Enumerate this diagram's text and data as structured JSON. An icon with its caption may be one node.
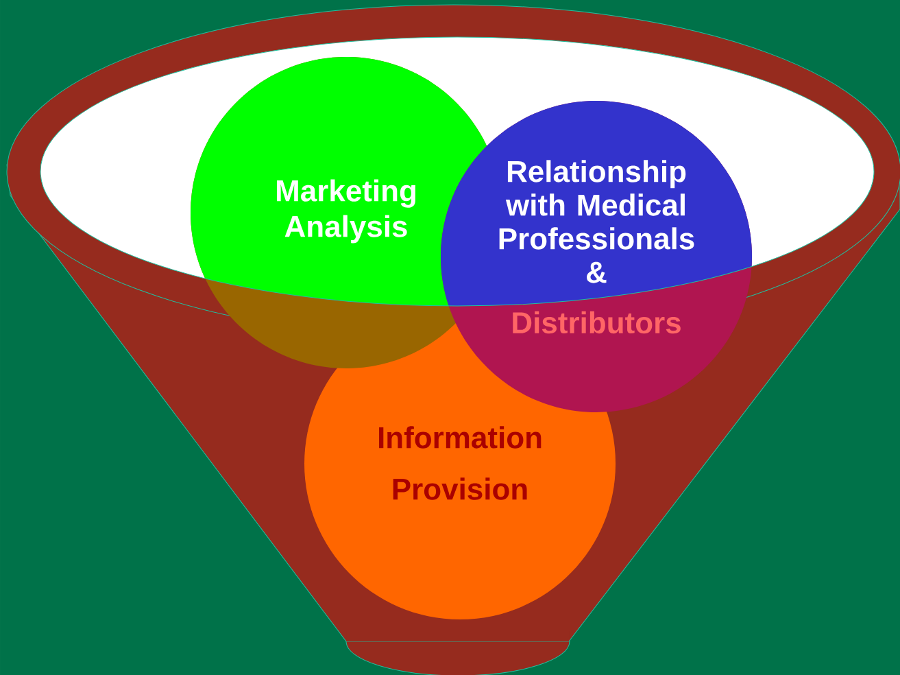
{
  "diagram": {
    "nodes": [
      {
        "text": [
          "Marketing Analysis"
        ]
      },
      {
        "text": [
          "Relationship with Medical Professionals &",
          "Distributors"
        ]
      },
      {
        "text": [
          "Information Provision"
        ]
      }
    ]
  }
}
